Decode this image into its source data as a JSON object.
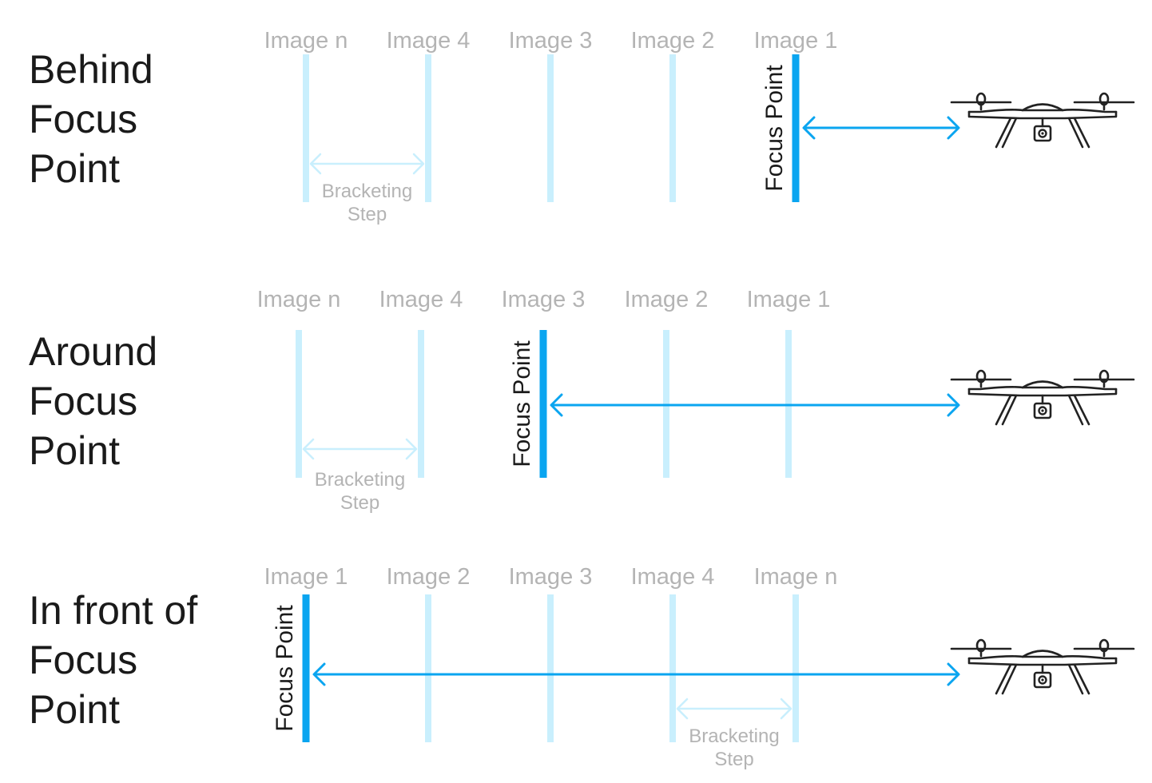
{
  "colors": {
    "focus_line": "#0aa5f0",
    "image_line": "#c9effd",
    "label_gray": "#b4b4b4",
    "title_text": "#1a1a1a",
    "drone": "#222222"
  },
  "rows": [
    {
      "title_lines": [
        "Behind",
        "Focus",
        "Point"
      ],
      "image_labels": [
        "Image n",
        "Image 4",
        "Image 3",
        "Image 2",
        "Image 1"
      ],
      "focus_index": 4,
      "focus_label": "Focus Point",
      "step_label_lines": [
        "Bracketing",
        "Step"
      ],
      "step_between": [
        0,
        1
      ]
    },
    {
      "title_lines": [
        "Around",
        "Focus",
        "Point"
      ],
      "image_labels": [
        "Image n",
        "Image 4",
        "Image 3",
        "Image 2",
        "Image 1"
      ],
      "focus_index": 2,
      "focus_label": "Focus Point",
      "step_label_lines": [
        "Bracketing",
        "Step"
      ],
      "step_between": [
        0,
        1
      ]
    },
    {
      "title_lines": [
        "In front of",
        "Focus",
        "Point"
      ],
      "image_labels": [
        "Image 1",
        "Image 2",
        "Image 3",
        "Image 4",
        "Image n"
      ],
      "focus_index": 0,
      "focus_label": "Focus Point",
      "step_label_lines": [
        "Bracketing",
        "Step"
      ],
      "step_between": [
        3,
        4
      ]
    }
  ],
  "drone_icon": "quadcopter-drone-icon"
}
